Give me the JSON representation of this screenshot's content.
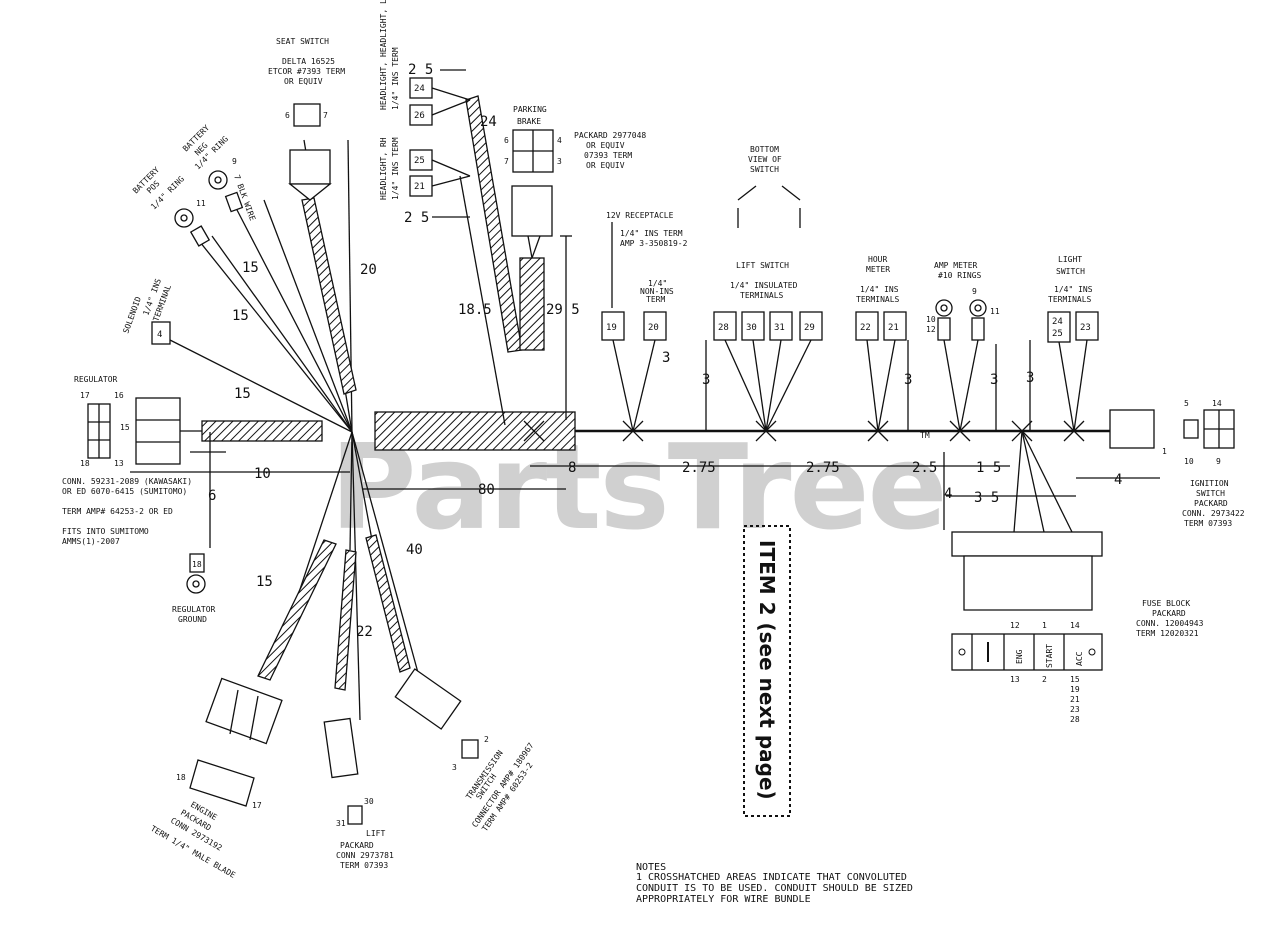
{
  "watermark": "PartsTree",
  "watermark_tm": "TM",
  "item_label": "ITEM 2 (see next page)",
  "components": {
    "seat_switch": {
      "title": "SEAT SWITCH",
      "line1": "DELTA 16525",
      "line2": "ETCOR #7393 TERM",
      "line3": "OR EQUIV",
      "pin_a": "6",
      "pin_b": "7"
    },
    "headlight_lh": {
      "title1": "HEADLIGHT, HEADLIGHT, LH",
      "title2": "1/4\" INS TERM"
    },
    "headlight_rh": {
      "title1": "HEADLIGHT, RH",
      "title2": "1/4\" INS TERM"
    },
    "parking_brake": {
      "title1": "PARKING",
      "title2": "BRAKE",
      "note1": "PACKARD 2977048",
      "note2": "OR EQUIV",
      "note3": "07393 TERM",
      "note4": "OR EQUIV",
      "p1": "6",
      "p2": "4",
      "p3": "7",
      "p4": "3"
    },
    "battery_neg": {
      "title1": "BATTERY",
      "title2": "NEG",
      "ring": "1/4\" RING",
      "pin": "9",
      "wire_label": "7 BLK WIRE"
    },
    "battery_pos": {
      "title1": "BATTERY",
      "title2": "POS",
      "ring": "1/4\" RING",
      "pin": "11"
    },
    "solenoid": {
      "title": "SOLENOID",
      "term1": "1/4\" INS",
      "term2": "TERMINAL",
      "pin": "4"
    },
    "regulator": {
      "title": "REGULATOR",
      "p1": "17",
      "p2": "16",
      "p3": "15",
      "p4": "18",
      "p5": "13",
      "note1": "CONN. 59231-2089 (KAWASAKI)",
      "note2": "OR ED 6070-6415 (SUMITOMO)",
      "note3": "TERM AMP# 64253-2 OR ED",
      "note4": "FITS INTO SUMITOMO",
      "note5": "AMMS(1)-2007"
    },
    "regulator_ground": {
      "title1": "REGULATOR",
      "title2": "GROUND",
      "pin": "18"
    },
    "engine": {
      "title1": "ENGINE",
      "title2": "PACKARD",
      "title3": "CONN 2973192",
      "title4": "TERM 1/4\" MALE BLADE",
      "p1": "18",
      "p2": "17"
    },
    "lift": {
      "title1": "LIFT",
      "title2": "PACKARD",
      "title3": "CONN 2973781",
      "title4": "TERM 07393",
      "p1": "31",
      "p2": "30"
    },
    "transmission": {
      "title1": "TRANSMISSION",
      "title2": "SWITCH",
      "title3": "CONNECTOR AMP# 180967",
      "title4": "TERM AMP# 60253-2",
      "p1": "3",
      "p2": "2"
    },
    "receptacle": {
      "title": "12V RECEPTACLE",
      "note1": "1/4\" INS TERM",
      "note2": "AMP 3-350819-2",
      "note3": "1/4\"",
      "note4": "NON-INS",
      "note5": "TERM",
      "t1": "19",
      "t2": "20"
    },
    "lift_switch": {
      "title": "LIFT SWITCH",
      "note1": "1/4\" INSULATED",
      "note2": "TERMINALS",
      "t1": "28",
      "t2": "30",
      "t3": "31",
      "t4": "29",
      "bottom1": "BOTTOM",
      "bottom2": "VIEW OF",
      "bottom3": "SWITCH"
    },
    "hour_meter": {
      "title1": "HOUR",
      "title2": "METER",
      "note1": "1/4\" INS",
      "note2": "TERMINALS",
      "t1": "22",
      "t2": "21"
    },
    "amp_meter": {
      "title": "AMP METER",
      "note": "#10 RINGS",
      "p1": "10",
      "p2": "12",
      "p3": "9",
      "p4": "11"
    },
    "light_switch": {
      "title1": "LIGHT",
      "title2": "SWITCH",
      "note1": "1/4\" INS",
      "note2": "TERMINALS",
      "t1": "24",
      "t1b": "25",
      "t2": "23"
    },
    "ignition": {
      "title1": "IGNITION",
      "title2": "SWITCH",
      "title3": "PACKARD",
      "title4": "CONN. 2973422",
      "title5": "TERM 07393",
      "p1": "5",
      "p2": "14",
      "p3": "10",
      "p4": "9",
      "p5": "1"
    },
    "fuse_block": {
      "title1": "FUSE BLOCK",
      "title2": "PACKARD",
      "title3": "CONN. 12004943",
      "title4": "TERM 12020321",
      "top1": "12",
      "top2": "1",
      "top3": "14",
      "bot1": "13",
      "bot2": "2",
      "bot3": "15",
      "bot4": "19",
      "bot5": "21",
      "bot6": "23",
      "bot7": "28",
      "cell_eng": "ENG",
      "cell_start": "START",
      "cell_acc": "ACC"
    }
  },
  "terminals": {
    "t24": "24",
    "t26": "26",
    "t25": "25",
    "t21": "21"
  },
  "dimensions": {
    "d2_5_top": "2 5",
    "d24": "24",
    "d2_5_mid": "2 5",
    "d20": "20",
    "d15_a": "15",
    "d15_b": "15",
    "d15_c": "15",
    "d15_d": "15",
    "d18_5": "18.5",
    "d29_5": "29 5",
    "d10": "10",
    "d6": "6",
    "d80": "80",
    "d40": "40",
    "d22": "22",
    "d8": "8",
    "d2_75_a": "2.75",
    "d2_75_b": "2.75",
    "d2_5": "2.5",
    "d1_5": "1 5",
    "d3_5": "3 5",
    "d4_h": "4",
    "d4_v": "4",
    "d3_a": "3",
    "d3_b": "3",
    "d3_c": "3",
    "d3_d": "3",
    "d3_e": "3"
  },
  "notes": {
    "heading": "NOTES",
    "line1": "1  CROSSHATCHED AREAS INDICATE THAT CONVOLUTED",
    "line2": "   CONDUIT IS TO BE USED.  CONDUIT SHOULD BE SIZED",
    "line3": "   APPROPRIATELY FOR WIRE BUNDLE"
  }
}
